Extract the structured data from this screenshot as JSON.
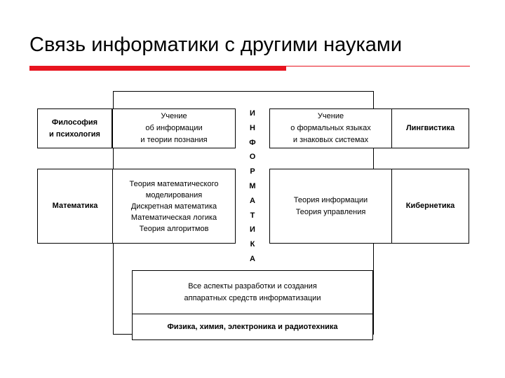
{
  "title": "Связь информатики с другими науками",
  "accent_color": "#e8141f",
  "center_word": [
    "И",
    "Н",
    "Ф",
    "О",
    "Р",
    "М",
    "А",
    "Т",
    "И",
    "К",
    "А"
  ],
  "philosophy": {
    "label": [
      "Философия",
      "и психология"
    ],
    "link": [
      "Учение",
      "об информации",
      "и теории познания"
    ]
  },
  "linguistics": {
    "label": "Лингвистика",
    "link": [
      "Учение",
      "о формальных языках",
      "и знаковых системах"
    ]
  },
  "mathematics": {
    "label": "Математика",
    "link": [
      "Теория математического",
      "моделирования",
      "Дискретная математика",
      "Математическая логика",
      "Теория алгоритмов"
    ]
  },
  "cybernetics": {
    "label": "Кибернетика",
    "link": [
      "Теория информации",
      "Теория управления"
    ]
  },
  "hardware": {
    "link": [
      "Все аспекты разработки и создания",
      "аппаратных средств информатизации"
    ],
    "label": "Физика, химия, электроника и радиотехника"
  }
}
